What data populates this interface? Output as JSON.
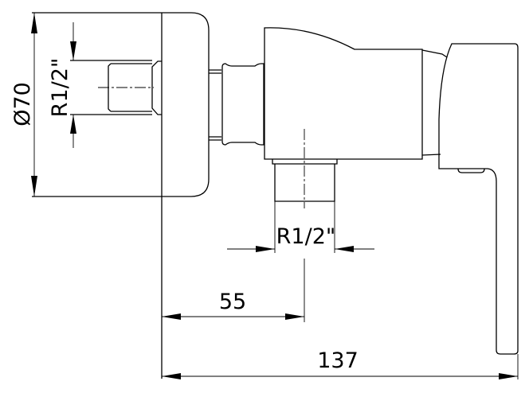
{
  "drawing": {
    "dimensions": {
      "plate_diameter": "Ø70",
      "inlet_thread": "R1/2\"",
      "outlet_thread": "R1/2\"",
      "outlet_offset": "55",
      "total_depth": "137"
    }
  }
}
